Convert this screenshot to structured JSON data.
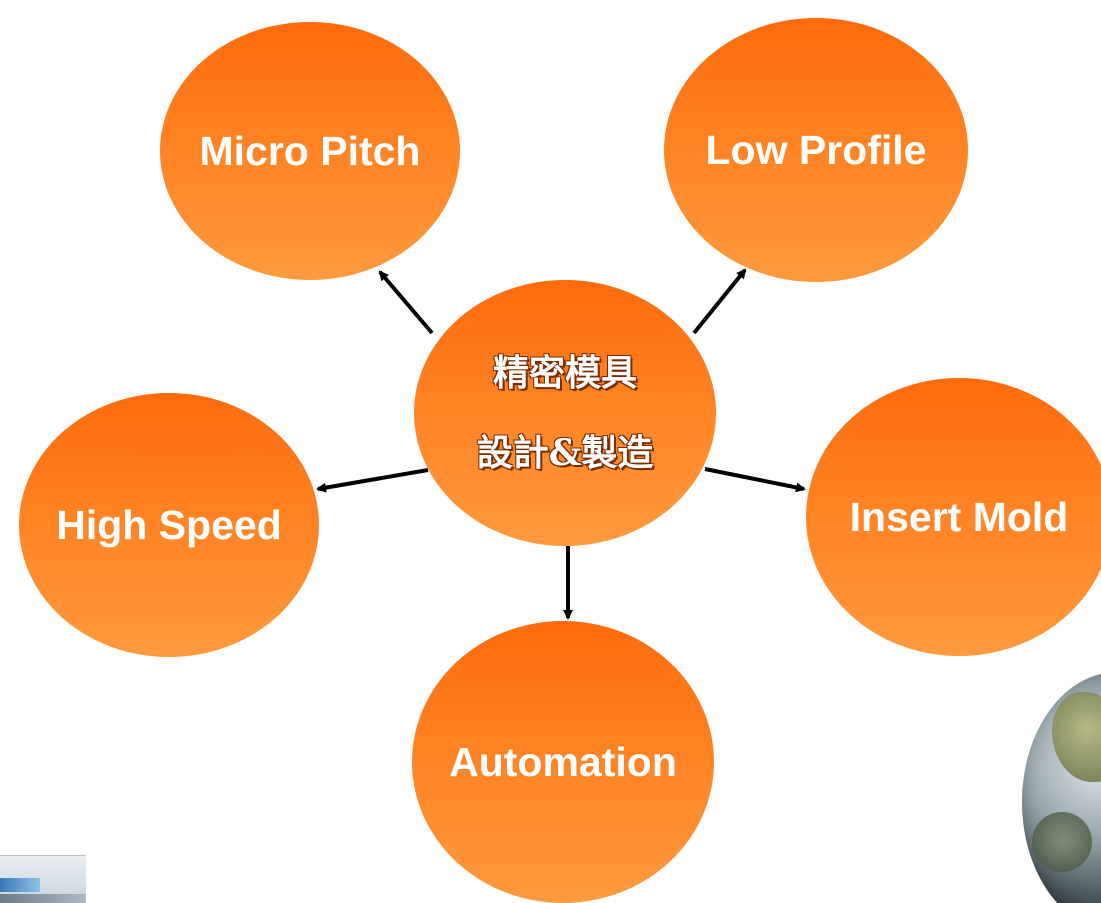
{
  "diagram": {
    "center": {
      "line1": "精密模具",
      "line2": "設計&製造"
    },
    "nodes": {
      "micro_pitch": "Micro Pitch",
      "low_profile": "Low Profile",
      "high_speed": "High Speed",
      "insert_mold": "Insert Mold",
      "automation": "Automation"
    },
    "edges": [
      {
        "from": "center",
        "to": "micro_pitch"
      },
      {
        "from": "center",
        "to": "low_profile"
      },
      {
        "from": "center",
        "to": "high_speed"
      },
      {
        "from": "center",
        "to": "insert_mold"
      },
      {
        "from": "center",
        "to": "automation"
      }
    ]
  },
  "colors": {
    "node_fill_top": "#ff6a0c",
    "node_fill_bottom": "#ff9a3e",
    "node_text": "#ffffff",
    "arrow": "#000000"
  },
  "decorations": {
    "bottom_right": "globe-icon",
    "bottom_left": "laptop-icon"
  }
}
